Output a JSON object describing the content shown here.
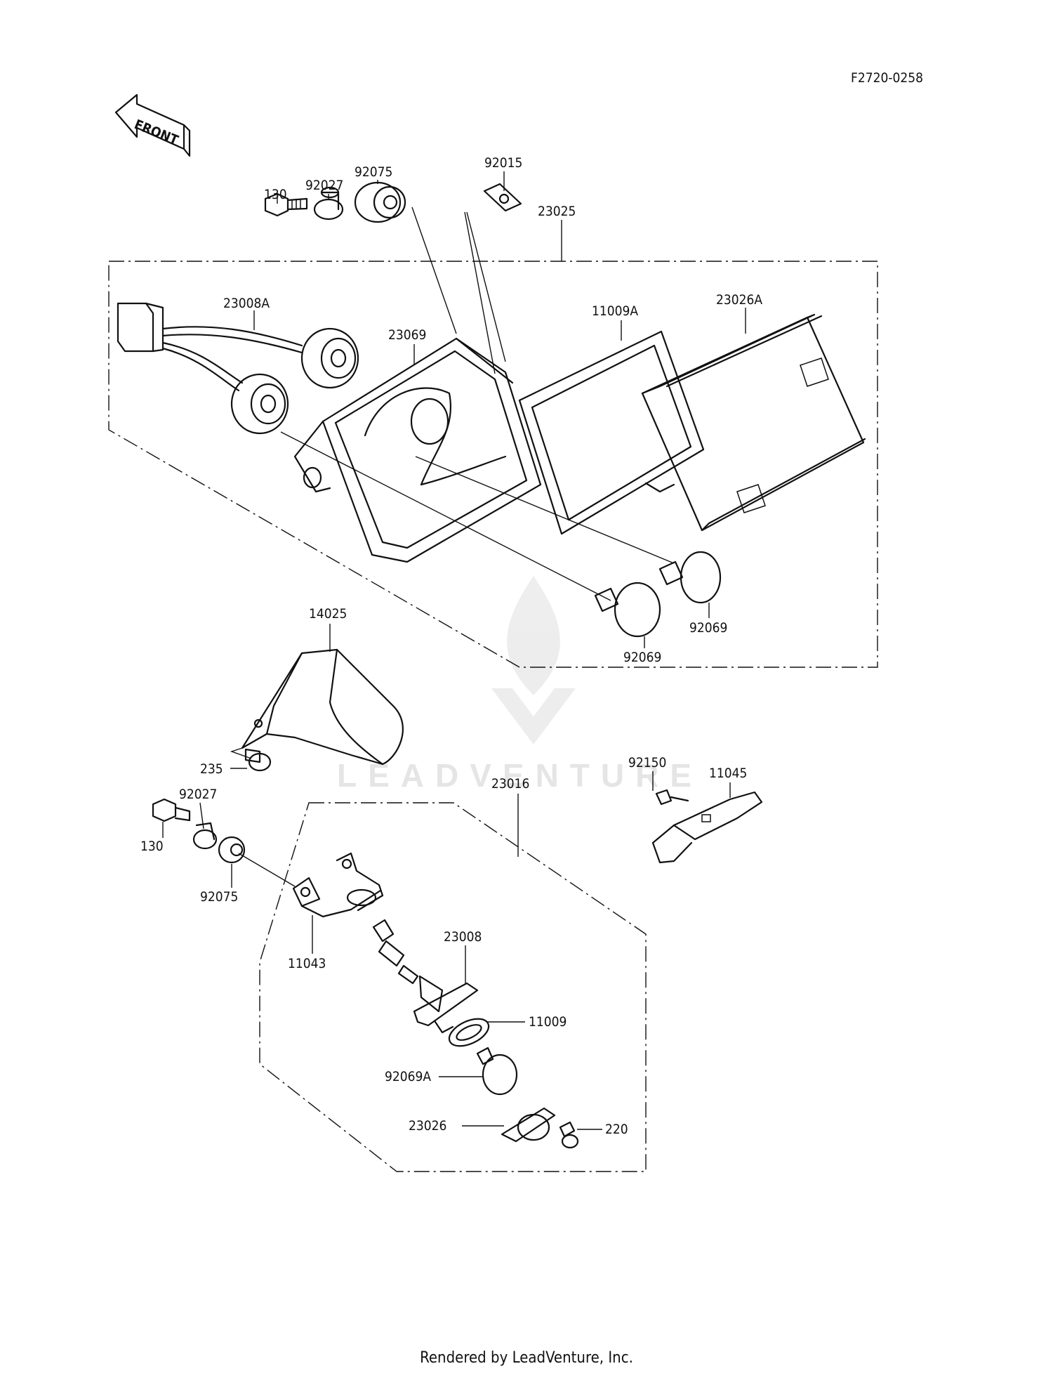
{
  "figure_id": "F2720-0258",
  "direction_label": "FRONT",
  "watermark": "LEADVENTURE",
  "footer": "Rendered by LeadVenture, Inc.",
  "parts": {
    "p130_top": "130",
    "p92027_top": "92027",
    "p92075_top": "92075",
    "p92015": "92015",
    "p23025": "23025",
    "p23008A": "23008A",
    "p23069": "23069",
    "p11009A": "11009A",
    "p23026A": "23026A",
    "p92069_right": "92069",
    "p92069_left": "92069",
    "p14025": "14025",
    "p235": "235",
    "p92027_bottom": "92027",
    "p130_bottom": "130",
    "p92075_bottom": "92075",
    "p23016": "23016",
    "p92150": "92150",
    "p11045": "11045",
    "p11043": "11043",
    "p23008": "23008",
    "p11009": "11009",
    "p92069A": "92069A",
    "p23026": "23026",
    "p220": "220"
  }
}
